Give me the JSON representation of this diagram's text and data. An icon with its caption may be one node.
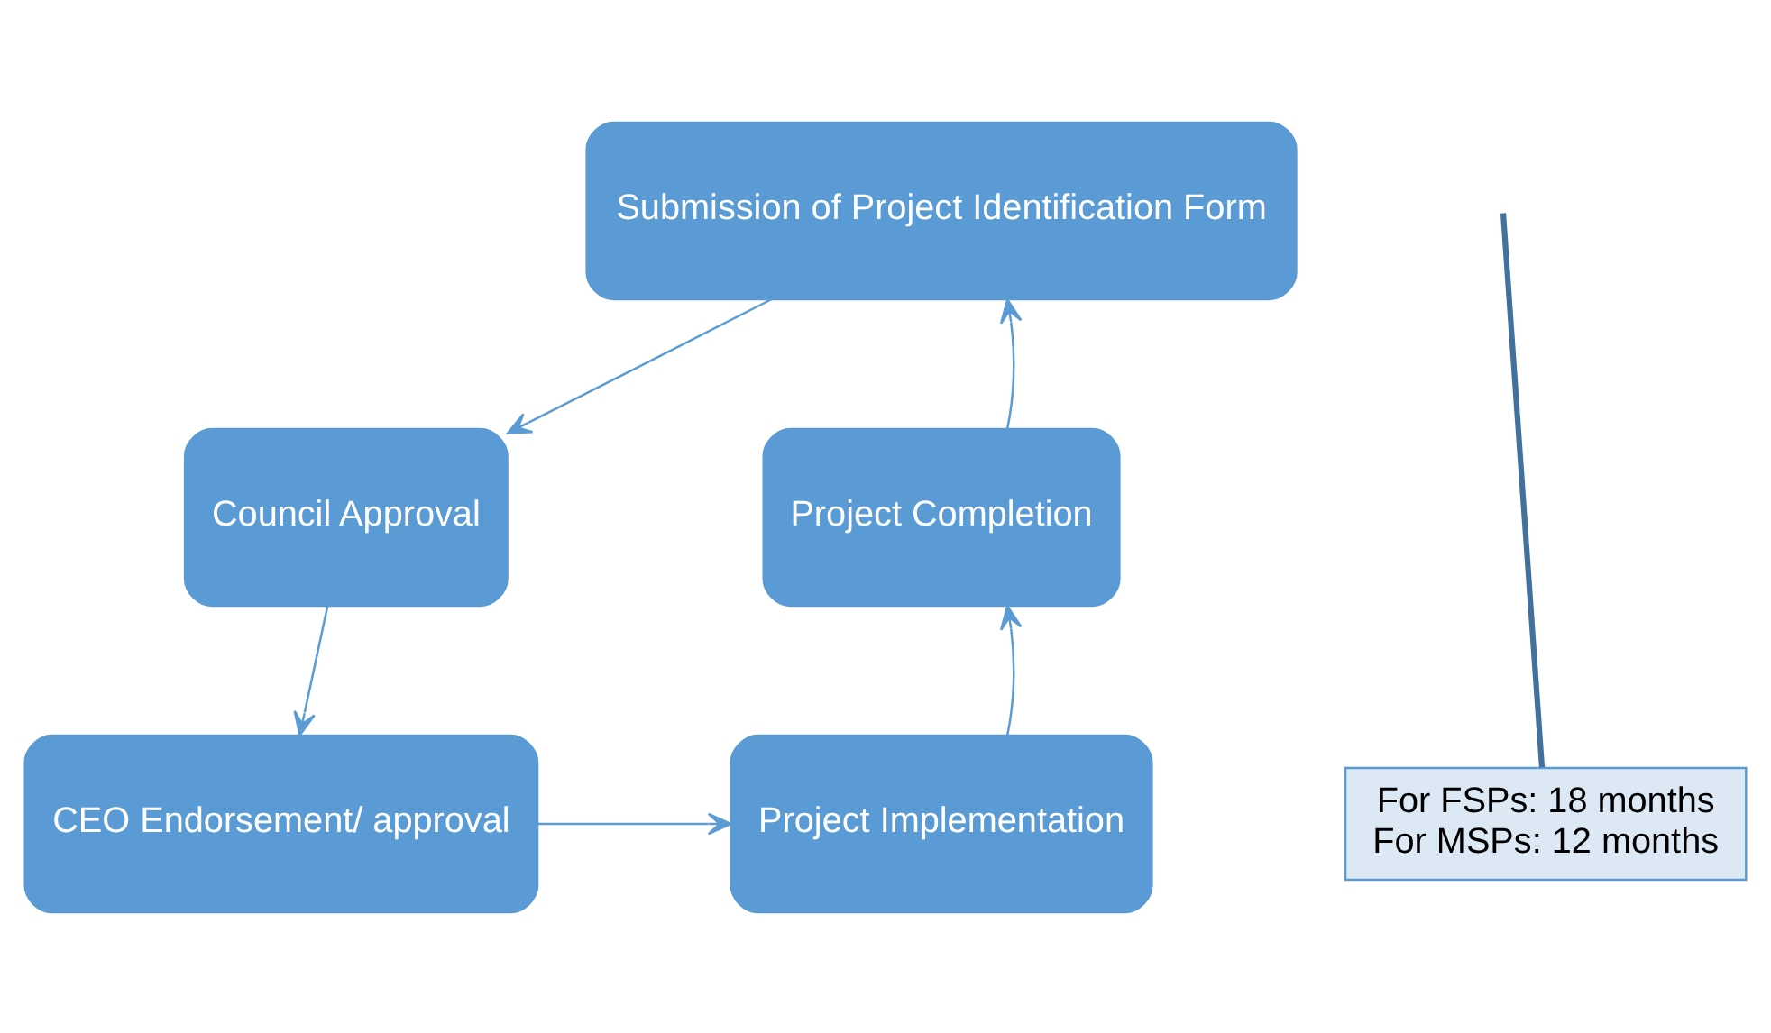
{
  "diagram": {
    "nodes": [
      {
        "text": [
          "Submission of Project Identification Form"
        ]
      },
      {
        "text": [
          "Council Approval"
        ]
      },
      {
        "text": [
          "CEO Endorsement/ approval"
        ]
      },
      {
        "text": [
          "Project Implementation"
        ]
      },
      {
        "text": [
          "Project Completion"
        ]
      },
      {
        "text": [
          "For FSPs: 18 months",
          "For MSPs: 12 months"
        ]
      }
    ],
    "edges": [
      {
        "from": 0,
        "to": 1,
        "arrow": "to"
      },
      {
        "from": 1,
        "to": 2,
        "arrow": "to"
      },
      {
        "from": 2,
        "to": 3,
        "arrow": "to"
      },
      {
        "from": 3,
        "to": 4,
        "arrow": "to"
      },
      {
        "from": 4,
        "to": 0,
        "arrow": "to"
      },
      {
        "from": 5,
        "to": null,
        "arrow": "none",
        "color": "#41719c",
        "style": "thick"
      }
    ]
  }
}
